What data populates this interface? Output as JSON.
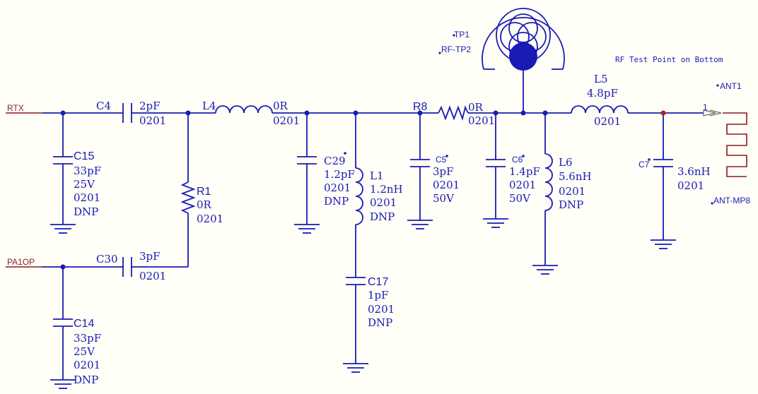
{
  "nets": {
    "rtx": "RTX",
    "pa1op": "PA1OP",
    "ant_pin": "1"
  },
  "note": "RF Test Point on Bottom",
  "components": {
    "c4": {
      "ref": "C4",
      "v1": "2pF",
      "v2": "0201"
    },
    "c30": {
      "ref": "C30",
      "v1": "3pF",
      "v2": "0201"
    },
    "c15": {
      "ref": "C15",
      "v1": "33pF",
      "v2": "25V",
      "v3": "0201",
      "v4": "DNP"
    },
    "c14": {
      "ref": "C14",
      "v1": "33pF",
      "v2": "25V",
      "v3": "0201",
      "v4": "DNP"
    },
    "r1": {
      "ref": "R1",
      "v1": "0R",
      "v2": "0201"
    },
    "l4": {
      "ref": "L4",
      "v1": "0R",
      "v2": "0201"
    },
    "c29": {
      "ref": "C29",
      "v1": "1.2pF",
      "v2": "0201",
      "v3": "DNP"
    },
    "l1": {
      "ref": "L1",
      "v1": "1.2nH",
      "v2": "0201",
      "v3": "DNP"
    },
    "c17": {
      "ref": "C17",
      "v1": "1pF",
      "v2": "0201",
      "v3": "DNP"
    },
    "r8": {
      "ref": "R8",
      "v1": "0R",
      "v2": "0201"
    },
    "c5": {
      "ref": "C5",
      "v1": "3pF",
      "v2": "0201",
      "v3": "50V"
    },
    "c6": {
      "ref": "C6",
      "v1": "1.4pF",
      "v2": "0201",
      "v3": "50V"
    },
    "l6": {
      "ref": "L6",
      "v1": "5.6nH",
      "v2": "0201",
      "v3": "DNP"
    },
    "l5": {
      "ref": "L5",
      "v1": "4.8pF",
      "v2": "0201"
    },
    "c7": {
      "ref": "C7",
      "v1": "3.6nH",
      "v2": "0201"
    },
    "tp1": {
      "ref": "TP1",
      "v1": "RF-TP2"
    },
    "ant1": {
      "ref": "ANT1",
      "v1": "ANT-MP8"
    }
  },
  "colors": {
    "wire": "#1A1AB4",
    "net": "#8B1A1A",
    "background": "#FFFFF8"
  }
}
